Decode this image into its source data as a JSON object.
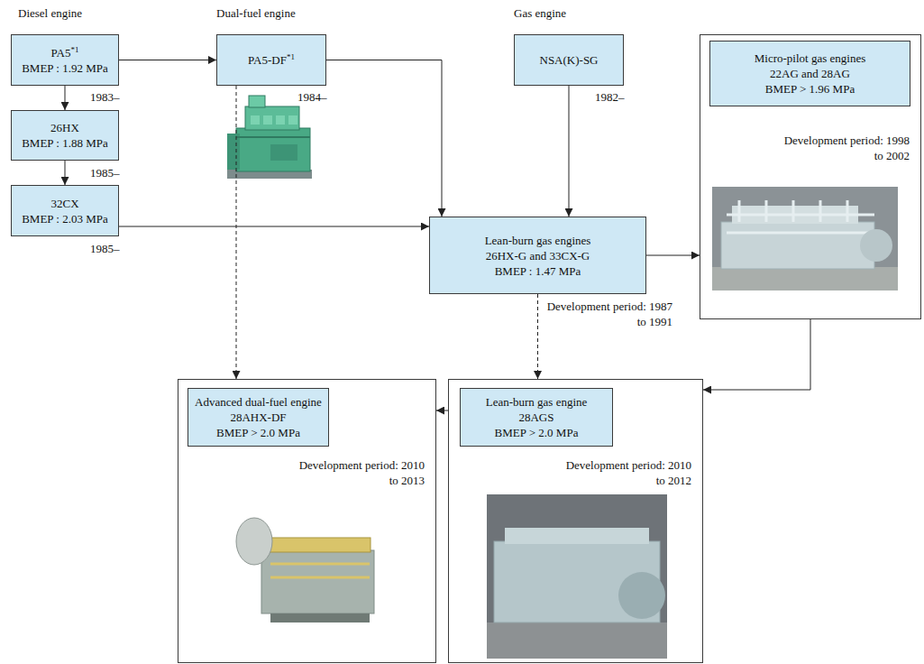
{
  "diagram": {
    "nodes": [
      {
        "text": [
          "PA5*1",
          "BMEP : 1.92 MPa"
        ]
      },
      {
        "text": [
          "PA5-DF*1"
        ]
      },
      {
        "text": [
          "NSA(K)-SG"
        ]
      },
      {
        "text": [
          "Development period: 1998 to 2002"
        ]
      },
      {
        "text": [
          "Micro-pilot gas engines",
          "22AG and 28AG",
          "BMEP > 1.96 MPa"
        ],
        "in": 3
      },
      {
        "text": [
          "26HX",
          "BMEP : 1.88 MPa"
        ]
      },
      {
        "text": [
          "32CX",
          "BMEP : 2.03 MPa"
        ]
      },
      {
        "text": [
          "Lean-burn gas engines",
          "26HX-G and 33CX-G",
          "BMEP : 1.47 MPa"
        ]
      },
      {
        "text": [
          "Development period: 2010 to 2013"
        ]
      },
      {
        "text": [
          "Advanced dual-fuel engine",
          "28AHX-DF",
          "BMEP > 2.0 MPa"
        ],
        "in": 8
      },
      {
        "text": [
          "Development period: 2010 to 2012"
        ]
      },
      {
        "text": [
          "Lean-burn gas engine",
          "28AGS",
          "BMEP > 2.0 MPa"
        ],
        "in": 10
      }
    ],
    "edges": [
      {
        "from": 0,
        "to": 5,
        "arrow": "to"
      },
      {
        "from": 5,
        "to": 6,
        "arrow": "to"
      },
      {
        "from": 0,
        "to": 1,
        "arrow": "to"
      },
      {
        "from": 1,
        "to": 7,
        "arrow": "to"
      },
      {
        "from": 2,
        "to": 7,
        "arrow": "to"
      },
      {
        "from": 6,
        "to": 7,
        "arrow": "to"
      },
      {
        "from": 7,
        "to": 3,
        "arrow": "to"
      },
      {
        "from": 1,
        "to": 8,
        "arrow": "to"
      },
      {
        "from": 7,
        "to": 10,
        "arrow": "to"
      },
      {
        "from": 3,
        "to": 10,
        "arrow": "to"
      },
      {
        "from": 10,
        "to": 8,
        "arrow": "to"
      }
    ],
    "labels": [
      "Diesel engine",
      "Dual-fuel engine",
      "Gas engine",
      "1983–",
      "1984–",
      "1982–",
      "1985–",
      "1985–",
      "Development period: 1987 to 1991"
    ]
  }
}
